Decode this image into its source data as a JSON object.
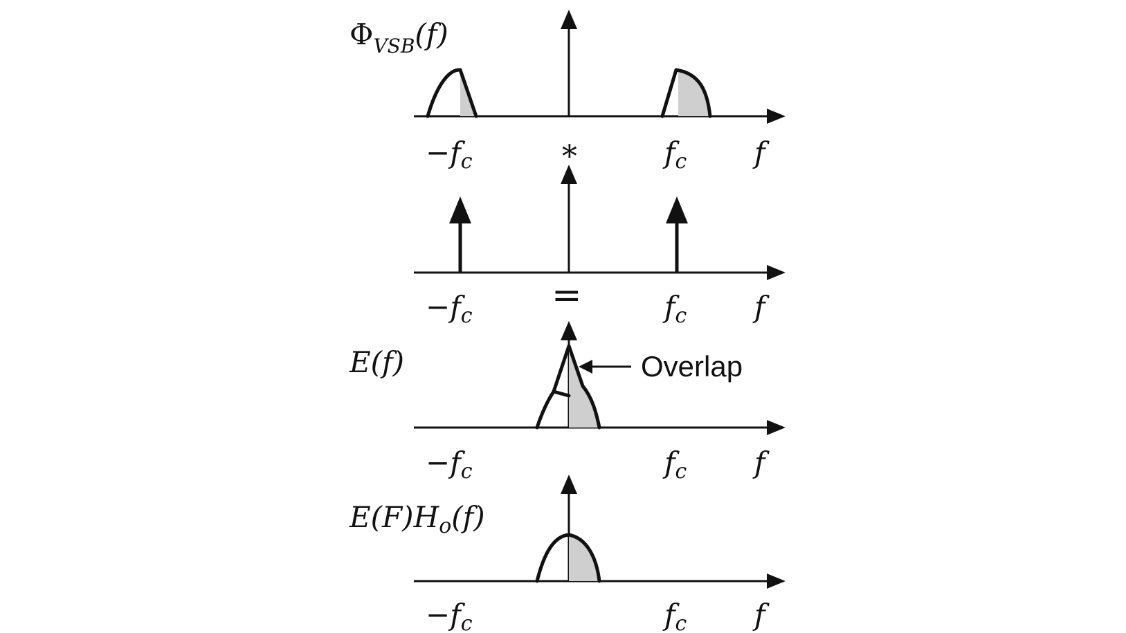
{
  "panels": {
    "vsb": {
      "title_main": "Φ",
      "title_sub": "VSB",
      "title_tail": "(f)"
    },
    "carrier": {
      "title": ""
    },
    "demod": {
      "title": "E(f)",
      "annotation": "Overlap"
    },
    "filtered": {
      "title_a": "E(F)H",
      "title_sub": "o",
      "title_tail": "(f)"
    }
  },
  "axis_labels": {
    "neg_f": "−f",
    "neg_sub": "c",
    "pos_f": "f",
    "pos_sub": "c",
    "freq": "f"
  },
  "operators": {
    "convolve": "∗",
    "equals": "="
  }
}
